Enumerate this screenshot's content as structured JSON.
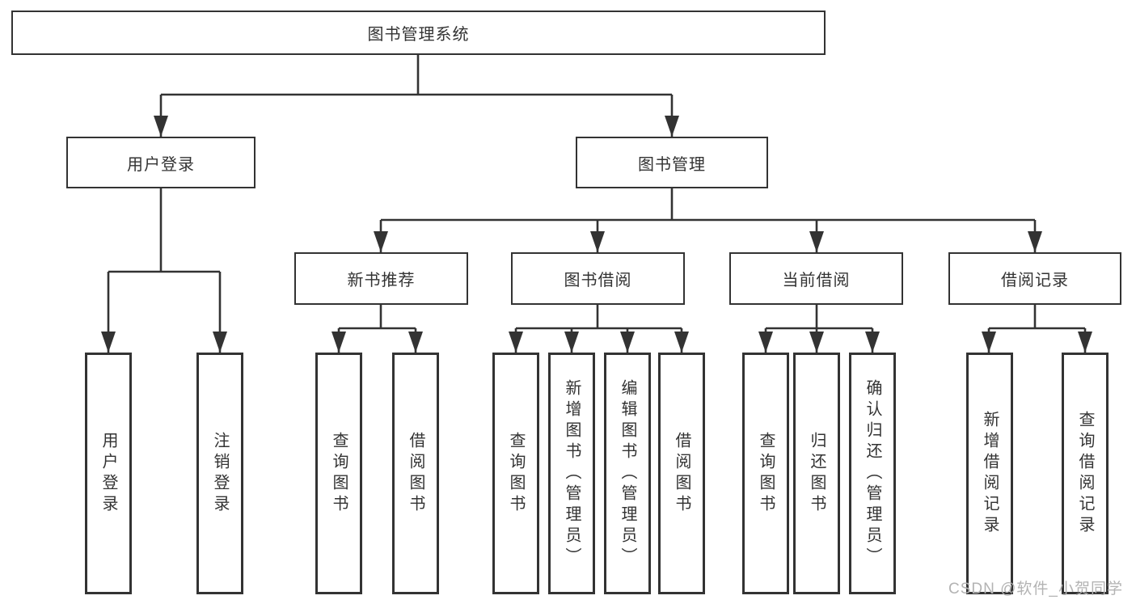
{
  "diagram": {
    "root": {
      "label": "图书管理系统"
    },
    "level2": {
      "user_login": {
        "label": "用户登录"
      },
      "book_management": {
        "label": "图书管理"
      }
    },
    "level3": {
      "new_books": {
        "label": "新书推荐"
      },
      "book_borrow": {
        "label": "图书借阅"
      },
      "current_borrow": {
        "label": "当前借阅"
      },
      "borrow_records": {
        "label": "借阅记录"
      }
    },
    "leaves": {
      "user_login": [
        "用户登录",
        "注销登录"
      ],
      "new_books": [
        "查询图书",
        "借阅图书"
      ],
      "book_borrow": [
        "查询图书",
        "新增图书（管理员）",
        "编辑图书（管理员）",
        "借阅图书"
      ],
      "current_borrow": [
        "查询图书",
        "归还图书",
        "确认归还（管理员）"
      ],
      "borrow_records": [
        "新增借阅记录",
        "查询借阅记录"
      ]
    },
    "watermark": "CSDN @软件_小贺同学",
    "colors": {
      "line": "#333333",
      "text": "#333333",
      "box_background": "#ffffff",
      "page_background": "#ffffff",
      "watermark": "#b3b3b3"
    }
  }
}
